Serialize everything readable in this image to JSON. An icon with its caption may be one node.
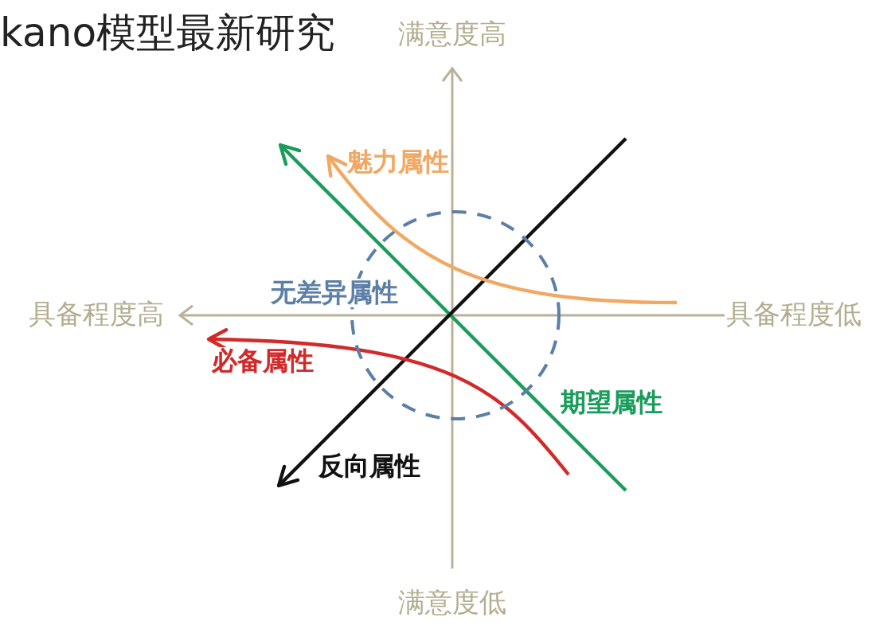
{
  "diagram": {
    "title": "kano模型最新研究",
    "nodes": [
      {
        "text": [],
        "shape": "circle",
        "beside": [
          "无差异属性"
        ]
      }
    ],
    "labels": [
      "满意度高",
      "魅力属性",
      "具备程度高",
      "具备程度低",
      "必备属性",
      "期望属性",
      "反向属性",
      "满意度低"
    ]
  }
}
